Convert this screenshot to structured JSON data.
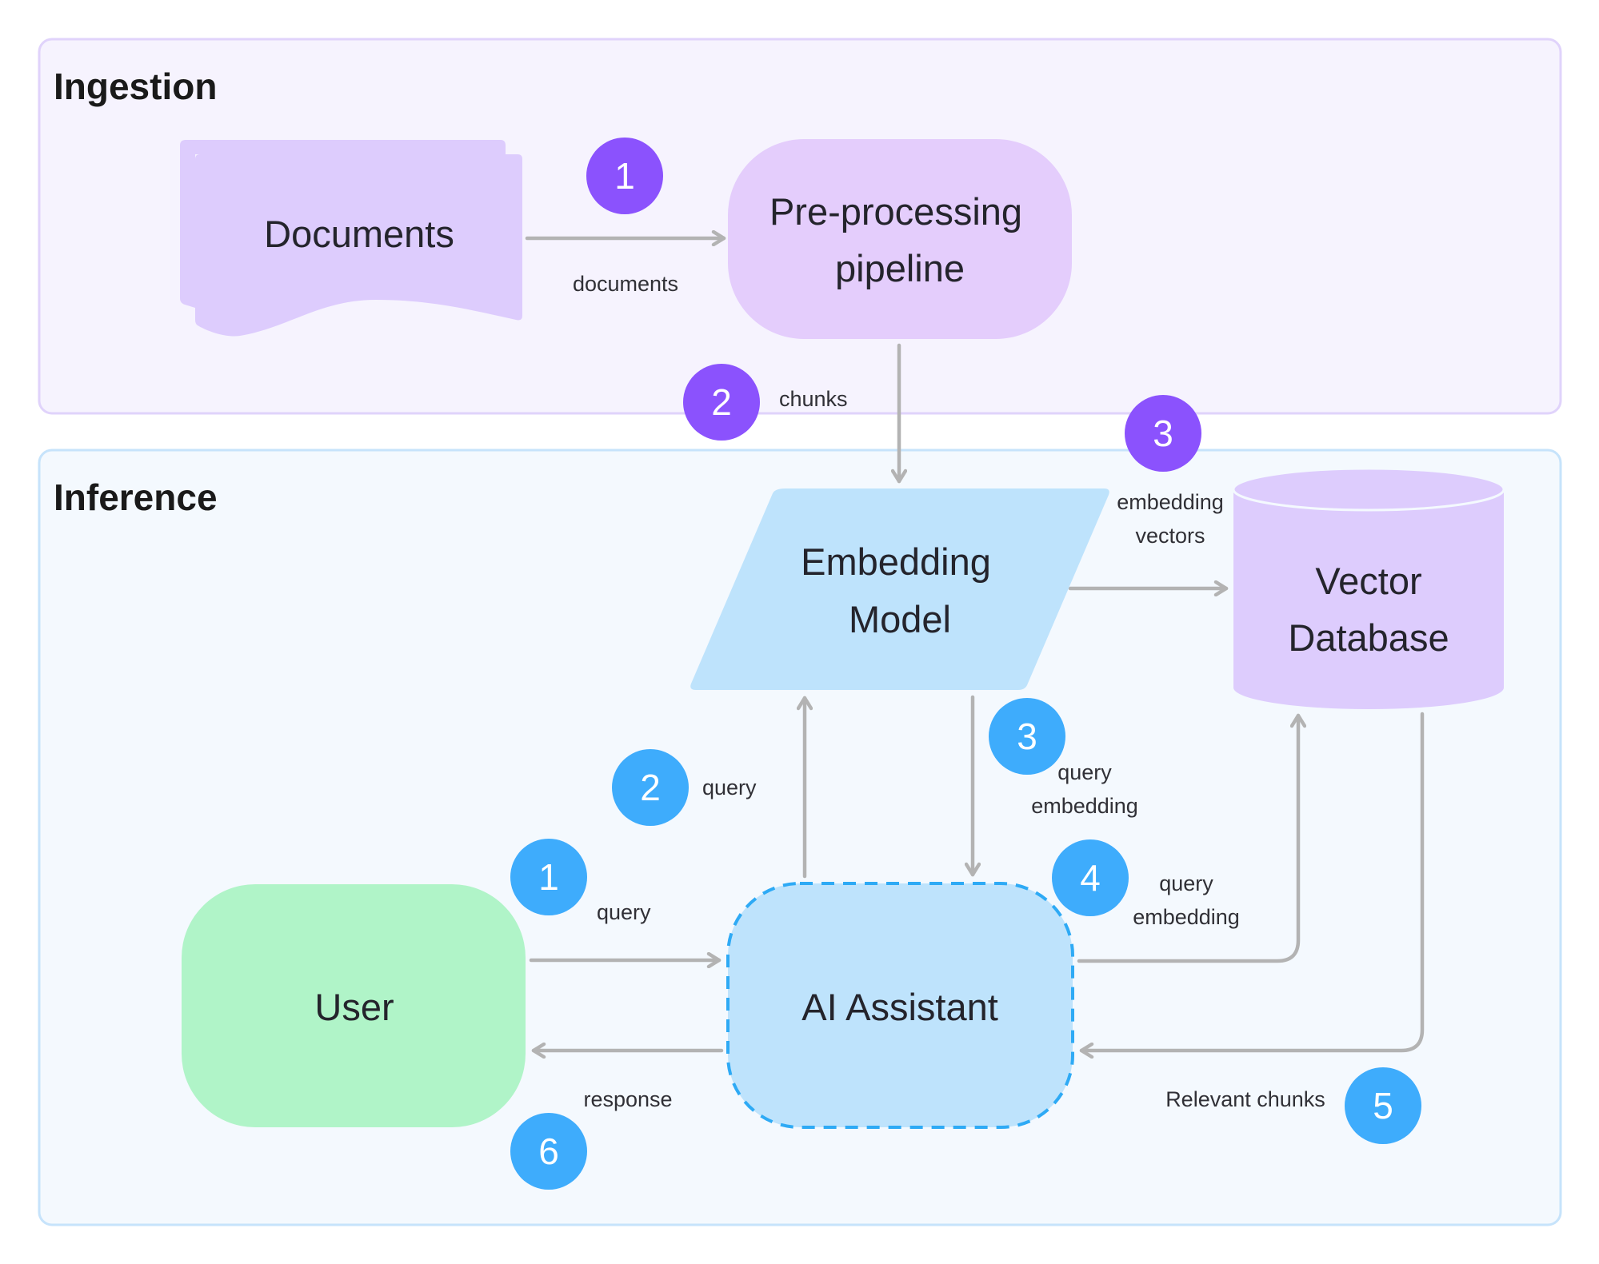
{
  "colors": {
    "ingestion_bg": "#f6f3fe",
    "ingestion_border": "#e0d3fb",
    "inference_bg": "#f4f9fe",
    "inference_border": "#c6e3fb",
    "purple_node": "#ddccfd",
    "pipeline_node": "#e4cdfc",
    "blue_node": "#bee3fc",
    "green_node": "#b0f4c8",
    "assistant_border": "#2eaaf5",
    "purple_badge": "#8b52fd",
    "blue_badge": "#3eacfc",
    "edge": "#b3b3b3"
  },
  "sections": {
    "ingestion": {
      "title": "Ingestion"
    },
    "inference": {
      "title": "Inference"
    }
  },
  "nodes": {
    "documents": {
      "label": "Documents"
    },
    "pipeline": {
      "label_line1": "Pre-processing",
      "label_line2": "pipeline"
    },
    "embedding_model": {
      "label_line1": "Embedding",
      "label_line2": "Model"
    },
    "vector_db": {
      "label_line1": "Vector",
      "label_line2": "Database"
    },
    "user": {
      "label": "User"
    },
    "assistant": {
      "label": "AI Assistant"
    }
  },
  "ingestion_steps": [
    {
      "number": "1",
      "label": "documents"
    },
    {
      "number": "2",
      "label": "chunks"
    },
    {
      "number": "3",
      "label_line1": "embedding",
      "label_line2": "vectors"
    }
  ],
  "inference_steps": [
    {
      "number": "1",
      "label": "query"
    },
    {
      "number": "2",
      "label": "query"
    },
    {
      "number": "3",
      "label_line1": "query",
      "label_line2": "embedding"
    },
    {
      "number": "4",
      "label_line1": "query",
      "label_line2": "embedding"
    },
    {
      "number": "5",
      "label": "Relevant chunks"
    },
    {
      "number": "6",
      "label": "response"
    }
  ]
}
